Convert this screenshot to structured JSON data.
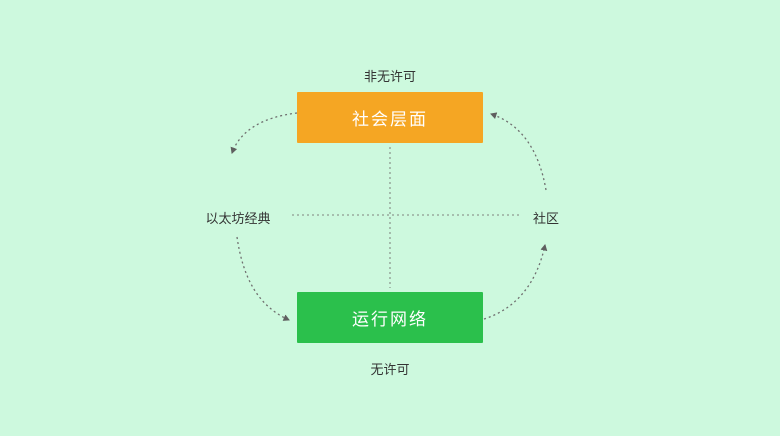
{
  "diagram": {
    "nodes": {
      "top": {
        "label": "社会层面",
        "color": "#F5A623"
      },
      "bottom": {
        "label": "运行网络",
        "color": "#2BC04C"
      }
    },
    "labels": {
      "top": "非无许可",
      "bottom": "无许可",
      "left": "以太坊经典",
      "right": "社区"
    },
    "colors": {
      "background": "#CDF9DE",
      "connector": "#6f6f6f",
      "label_text": "#333333",
      "node_text": "#ffffff"
    }
  }
}
